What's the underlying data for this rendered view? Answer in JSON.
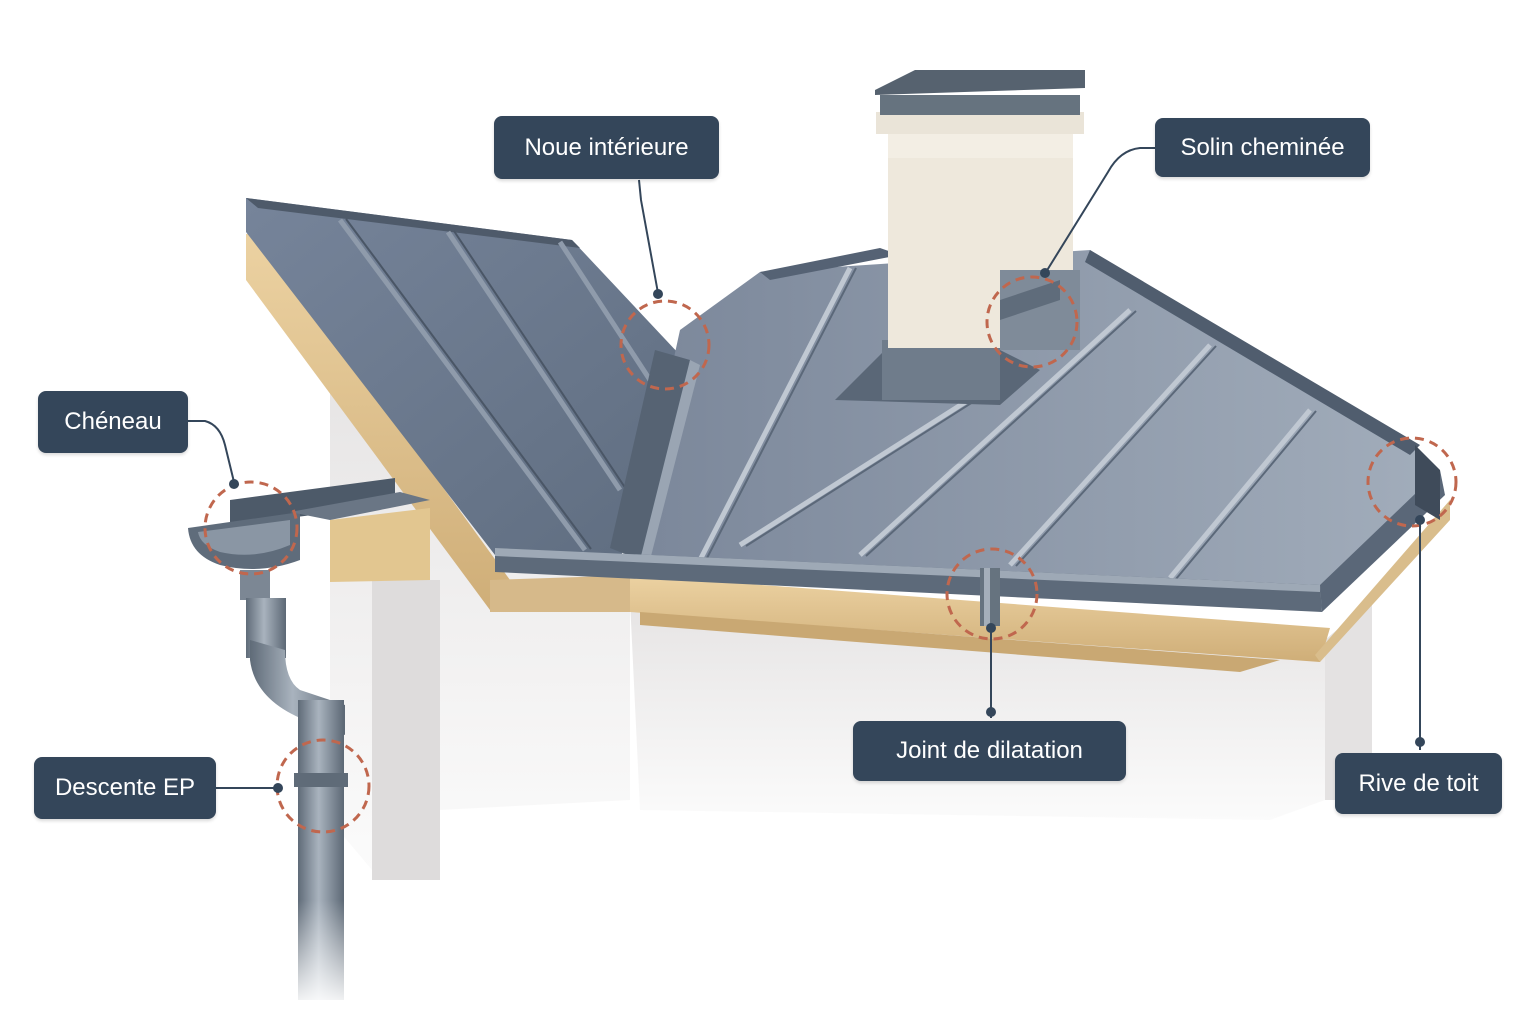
{
  "labels": {
    "noue": "Noue intérieure",
    "solin": "Solin cheminée",
    "cheneau": "Chéneau",
    "descente": "Descente EP",
    "joint": "Joint de dilatation",
    "rive": "Rive de toit"
  },
  "colors": {
    "label_bg": "#34465a",
    "leader_line": "#34465a",
    "highlight_ring": "#c0674e",
    "metal": "#6f7c8c",
    "timber": "#e0c596",
    "wall": "#eceaea",
    "chimney": "#eee8dc"
  }
}
